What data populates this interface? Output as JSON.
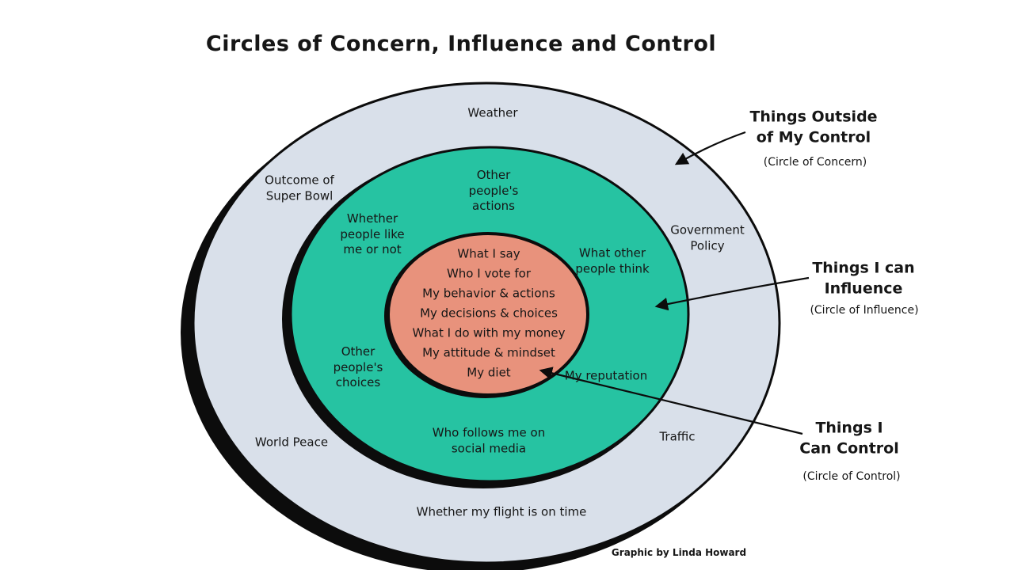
{
  "title": "Circles of Concern, Influence and Control",
  "credit": "Graphic by Linda Howard",
  "colors": {
    "concern": "#d9e0ea",
    "influence": "#26c3a2",
    "control": "#e8927c",
    "outline": "#0c0c0c"
  },
  "circles": {
    "concern": {
      "labels": {
        "weather": "Weather",
        "super_bowl": "Outcome of Super Bowl",
        "government_policy": "Government Policy",
        "world_peace": "World Peace",
        "traffic": "Traffic",
        "flight": "Whether my flight is on time"
      }
    },
    "influence": {
      "labels": {
        "other_peoples_actions": "Other people's actions",
        "whether_people_like_me": "Whether people like me or not",
        "what_other_people_think": "What other people think",
        "other_peoples_choices": "Other people's choices",
        "my_reputation": "My reputation",
        "social_media": "Who follows me on social media"
      }
    },
    "control": {
      "items": [
        "What I say",
        "Who I vote for",
        "My behavior & actions",
        "My decisions & choices",
        "What I do with my money",
        "My attitude & mindset",
        "My diet"
      ]
    }
  },
  "annotations": {
    "concern": {
      "heading": "Things Outside of My Control",
      "subheading": "(Circle of Concern)"
    },
    "influence": {
      "heading": "Things I can Influence",
      "subheading": "(Circle of Influence)"
    },
    "control": {
      "heading": "Things I Can Control",
      "subheading": "(Circle of Control)"
    }
  }
}
